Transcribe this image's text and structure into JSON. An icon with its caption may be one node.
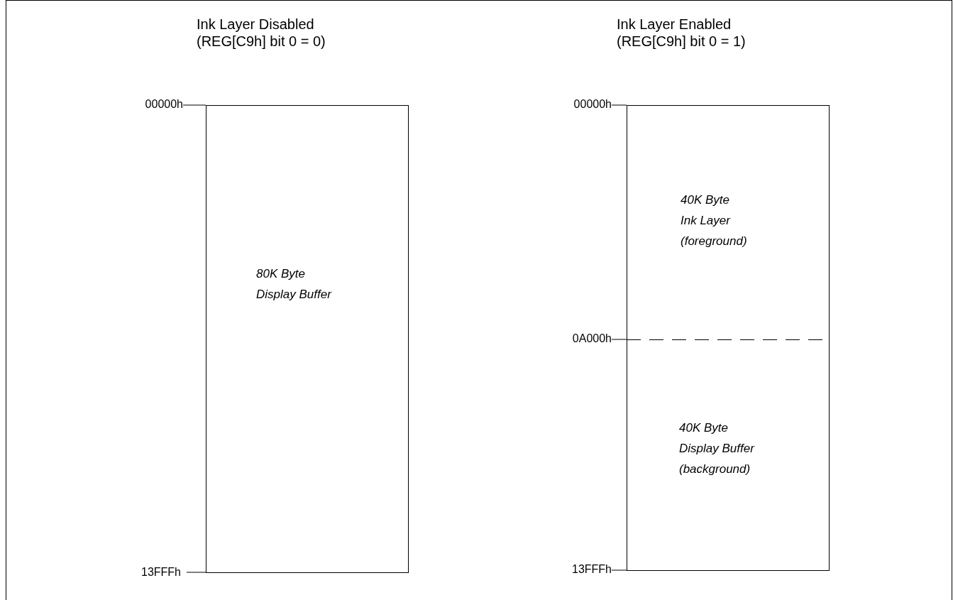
{
  "diagram": {
    "nodes": [
      {
        "text": [
          "80K Byte Display Buffer"
        ],
        "beside": [
          "00000h",
          "13FFFh"
        ]
      },
      {
        "text": [
          "40K Byte Ink Layer (foreground)"
        ],
        "beside": [
          "00000h"
        ]
      },
      {
        "text": [
          "40K Byte Display Buffer (background)"
        ],
        "beside": [
          "0A000h",
          "13FFFh"
        ]
      }
    ],
    "labels": [
      "Ink Layer Disabled (REG[C9h] bit 0 = 0)",
      "Ink Layer Enabled (REG[C9h] bit 0 = 1)"
    ]
  }
}
